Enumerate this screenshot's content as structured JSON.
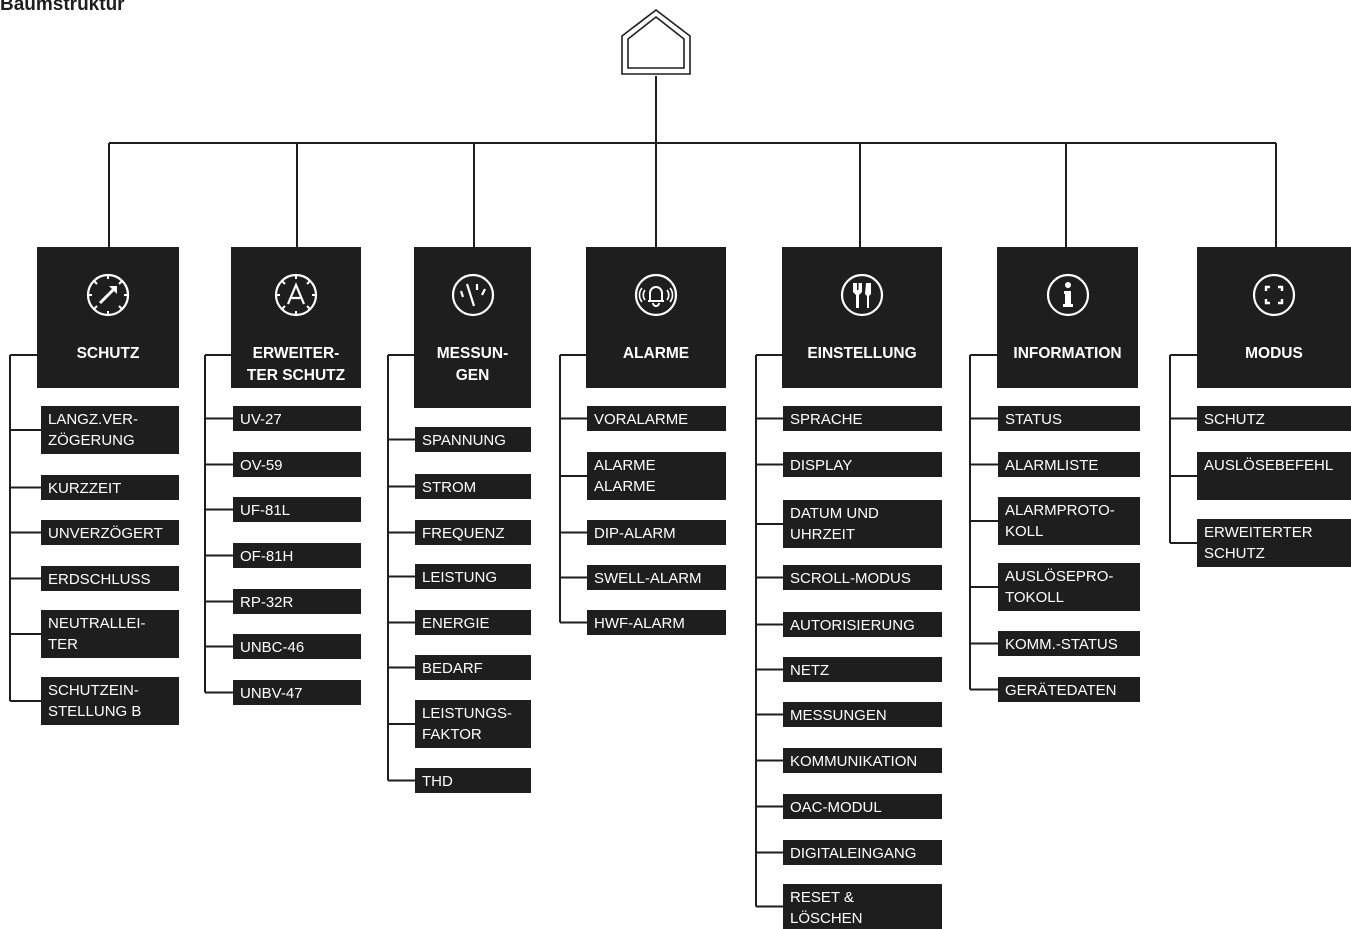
{
  "title": "Baumstruktur",
  "colors": {
    "box": "#1e1e1e",
    "line": "#1e1e1e",
    "text": "#ffffff"
  },
  "root": {
    "icon": "home-icon"
  },
  "categories": [
    {
      "label": "SCHUTZ",
      "icon": "gauge-arrow-icon",
      "items": [
        "LANGZ.VER-\nZÖGERUNG",
        "KURZZEIT",
        "UNVERZÖGERT",
        "ERDSCHLUSS",
        "NEUTRALLEI-\nTER",
        "SCHUTZEIN-\nSTELLUNG B"
      ]
    },
    {
      "label": "ERWEITER-\nTER SCHUTZ",
      "icon": "gauge-a-icon",
      "items": [
        "UV-27",
        "OV-59",
        "UF-81L",
        "OF-81H",
        "RP-32R",
        "UNBC-46",
        "UNBV-47"
      ]
    },
    {
      "label": "MESSUN-\nGEN",
      "icon": "meter-needle-icon",
      "items": [
        "SPANNUNG",
        "STROM",
        "FREQUENZ",
        "LEISTUNG",
        "ENERGIE",
        "BEDARF",
        "LEISTUNGS-\nFAKTOR",
        "THD"
      ]
    },
    {
      "label": "ALARME",
      "icon": "bell-icon",
      "items": [
        "VORALARME",
        "ALARME\nALARME",
        "DIP-ALARM",
        "SWELL-ALARM",
        "HWF-ALARM"
      ]
    },
    {
      "label": "EINSTELLUNG",
      "icon": "tools-icon",
      "items": [
        "SPRACHE",
        "DISPLAY",
        "DATUM UND\nUHRZEIT",
        "SCROLL-MODUS",
        "AUTORISIERUNG",
        "NETZ",
        "MESSUNGEN",
        "KOMMUNIKATION",
        "OAC-MODUL",
        "DIGITALEINGANG",
        "RESET &\nLÖSCHEN"
      ]
    },
    {
      "label": "INFORMATION",
      "icon": "info-icon",
      "items": [
        "STATUS",
        "ALARMLISTE",
        "ALARMPROTO-\nKOLL",
        "AUSLÖSEPRO-\nTOKOLL",
        "KOMM.-STATUS",
        "GERÄTEDATEN"
      ]
    },
    {
      "label": "MODUS",
      "icon": "focus-frame-icon",
      "items": [
        "SCHUTZ",
        "AUSLÖSEBEFEHL",
        "ERWEITERTER\nSCHUTZ"
      ]
    }
  ]
}
